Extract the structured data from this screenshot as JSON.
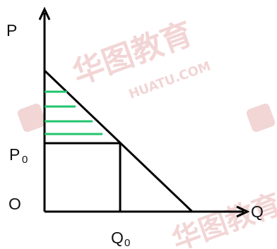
{
  "labels": {
    "price_axis": "P",
    "quantity_axis": "Q",
    "origin": "O",
    "equilibrium_price": {
      "main": "P",
      "sub": "0"
    },
    "equilibrium_quantity": {
      "main": "Q",
      "sub": "0"
    }
  },
  "watermark": {
    "text_cn": "华图教育",
    "text_en": "HUATU.COM"
  },
  "colors": {
    "axes": "#000000",
    "demand_line": "#000000",
    "hatch": "#22c46e",
    "watermark": "#e9b9b9",
    "background": "#ffffff"
  },
  "hatch_lines_count": 4
}
